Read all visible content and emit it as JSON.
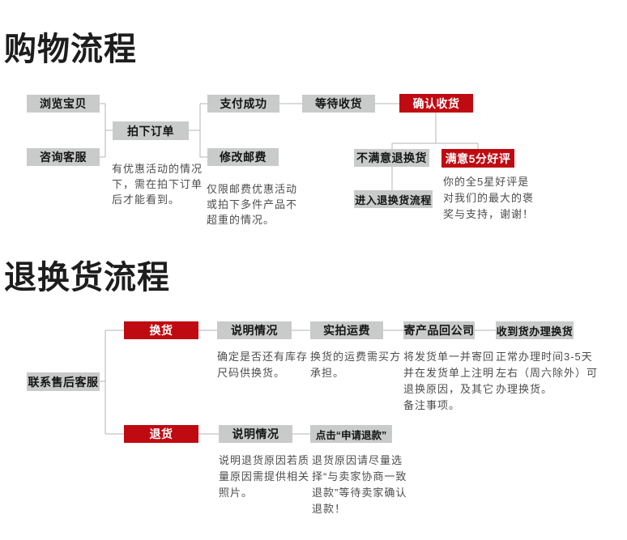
{
  "titles": {
    "shopping": "购物流程",
    "returns": "退换货流程"
  },
  "colors": {
    "accent_red": "#c00a12",
    "box_gray": "#c9caca",
    "connector_gray": "#b4b4b4",
    "note_text": "#4d4d4d",
    "title_text": "#1d1d1d"
  },
  "shopping_flow": {
    "browse": "浏览宝贝",
    "consult": "咨询客服",
    "place_order": "拍下订单",
    "pay_success": "支付成功",
    "modify_postage": "修改邮费",
    "await_delivery": "等待收货",
    "confirm_receipt": "确认收货",
    "unsatisfied": "不满意退换货",
    "satisfied": "满意5分好评",
    "enter_return": "进入退换货流程",
    "note_discount": "有优惠活动的情况下，需在拍下订单后才能看到。",
    "note_postage": "仅限邮费优惠活动或拍下多件产品不超重的情况。",
    "note_praise": "你的全5星好评是对我们的最大的褒奖与支持，谢谢！"
  },
  "returns_flow": {
    "contact": "联系售后客服",
    "exchange": "换货",
    "exchange_explain": "说明情况",
    "actual_fee": "实拍运费",
    "send_back": "寄产品回公司",
    "handle_exchange": "收到货办理换货",
    "refund": "退货",
    "refund_explain": "说明情况",
    "click_refund": "点击“申请退款”",
    "note_stock": "确定是否还有库存尺码供换货。",
    "note_fee": "换货的运费需买方承担。",
    "note_sendback": "将发货单一并寄回并在发货单上注明退换原因，及其它备注事项。",
    "note_time": "正常办理时间3-5天左右（周六除外）可办理换货。",
    "note_reason": "说明退货原因若质量原因需提供相关照片。",
    "note_choose": "退货原因请尽量选择“与卖家协商一致退款”等待卖家确认退款！"
  }
}
